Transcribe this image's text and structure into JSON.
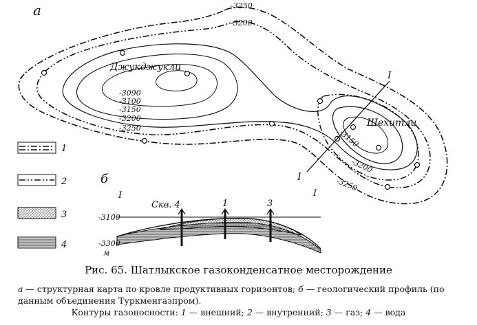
{
  "map": {
    "panel_label": "а",
    "field_dzhukdzhukly": "Джукджукли",
    "field_shekhitli": "Шехитли",
    "profile_marker": "I",
    "contour_labels_west": [
      "-3090",
      "-3100",
      "-3150",
      "-3200",
      "-3250"
    ],
    "contour_labels_outer": [
      "-3250",
      "-3200"
    ],
    "contour_label_east_inner": "-3150",
    "contour_labels_east": [
      "-3200",
      "-3250"
    ]
  },
  "legend": {
    "items": [
      {
        "number": "1",
        "pattern": "dash-dot-double"
      },
      {
        "number": "2",
        "pattern": "dash-dot-single"
      },
      {
        "number": "3",
        "pattern": "dotted"
      },
      {
        "number": "4",
        "pattern": "hatched"
      }
    ]
  },
  "profile": {
    "panel_label": "б",
    "marker_left": "I",
    "marker_right": "I",
    "well_prefix": "Скв. 4",
    "well_1": "1",
    "well_3": "3",
    "depth_top": "-3100",
    "depth_bottom": "-3300",
    "unit": "м"
  },
  "caption": {
    "title": "Рис. 65. Шатлыкское газоконденсатное месторождение",
    "body_a": "а",
    "body_a_text": " — структурная карта по кровле продуктивных горизонтов; ",
    "body_b": "б",
    "body_b_text": " — геологический профиль (по данным объединения Туркменгазпром).",
    "contours_prefix": "Контуры газоносности: ",
    "c1": "1",
    "c1_text": " — внешний; ",
    "c2": "2",
    "c2_text": " — внутренний; ",
    "c3": "3",
    "c3_text": " — газ; ",
    "c4": "4",
    "c4_text": " — вода"
  }
}
